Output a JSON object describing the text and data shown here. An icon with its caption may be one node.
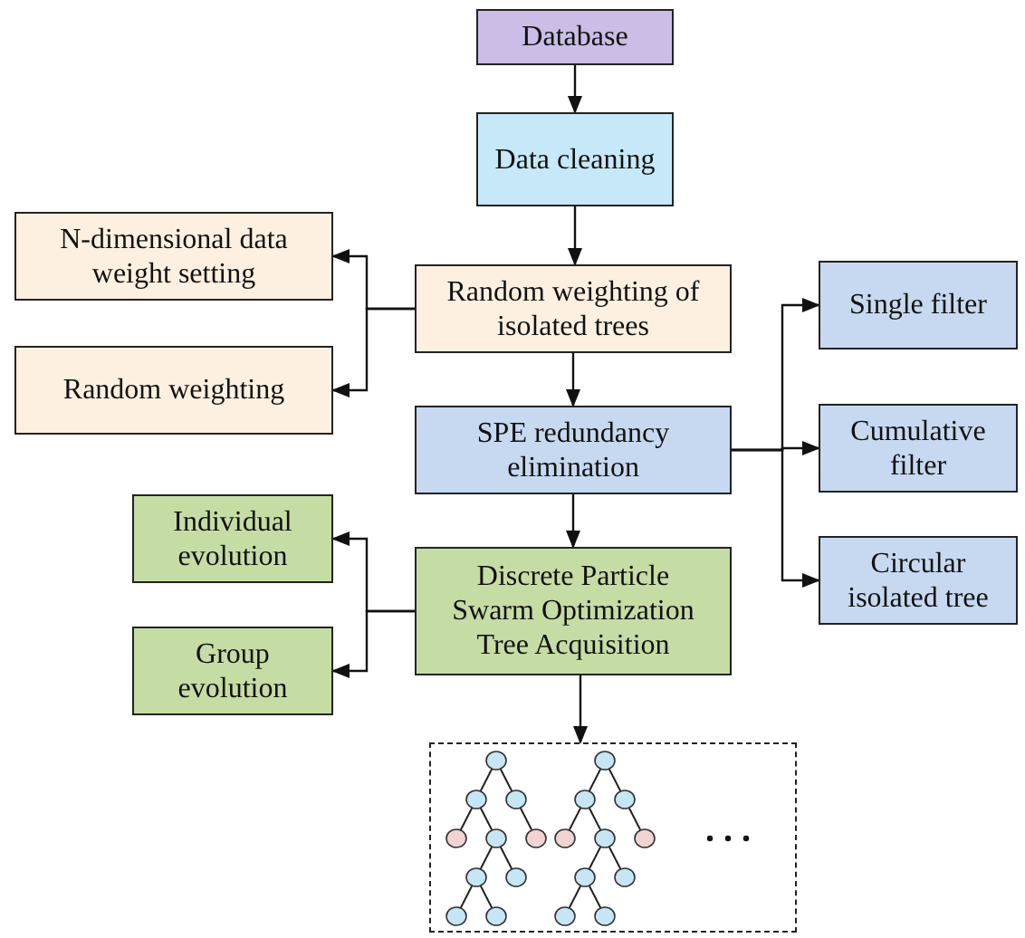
{
  "diagram": {
    "nodes": [
      {
        "text": [
          "Database"
        ]
      },
      {
        "text": [
          "Data cleaning"
        ]
      },
      {
        "text": [
          "Random weighting of isolated trees"
        ]
      },
      {
        "text": [
          "N-dimensional data weight setting"
        ]
      },
      {
        "text": [
          "Random weighting"
        ]
      },
      {
        "text": [
          "SPE redundancy elimination"
        ]
      },
      {
        "text": [
          "Single filter"
        ]
      },
      {
        "text": [
          "Cumulative filter"
        ]
      },
      {
        "text": [
          "Circular isolated tree"
        ]
      },
      {
        "text": [
          "Discrete Particle Swarm Optimization Tree Acquisition"
        ]
      },
      {
        "text": [
          "Individual evolution"
        ]
      },
      {
        "text": [
          "Group evolution"
        ]
      },
      {
        "text": [],
        "shape": "box"
      }
    ],
    "edges": [
      {
        "from": 0,
        "to": 1,
        "arrow": "to"
      },
      {
        "from": 1,
        "to": 2,
        "arrow": "to"
      },
      {
        "from": 2,
        "to": 3,
        "arrow": "to"
      },
      {
        "from": 2,
        "to": 4,
        "arrow": "to"
      },
      {
        "from": 2,
        "to": 5,
        "arrow": "to"
      },
      {
        "from": 5,
        "to": 6,
        "arrow": "to"
      },
      {
        "from": 5,
        "to": 7,
        "arrow": "to"
      },
      {
        "from": 5,
        "to": 8,
        "arrow": "to"
      },
      {
        "from": 5,
        "to": 9,
        "arrow": "to"
      },
      {
        "from": 9,
        "to": 10,
        "arrow": "to"
      },
      {
        "from": 9,
        "to": 11,
        "arrow": "to"
      },
      {
        "from": 9,
        "to": 12,
        "arrow": "to"
      }
    ]
  }
}
